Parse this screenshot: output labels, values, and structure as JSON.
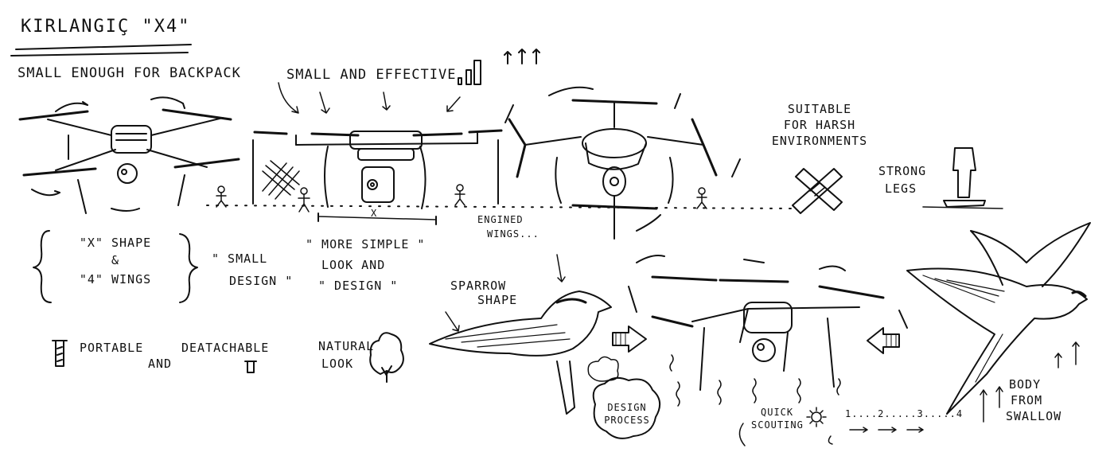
{
  "title": "KIRLANGIÇ \"X4\"",
  "labels": {
    "backpack": "SMALL ENOUGH FOR BACKPACK",
    "effective": "SMALL AND EFFECTIVE",
    "harsh_1": "SUITABLE",
    "harsh_2": "FOR HARSH",
    "harsh_3": "ENVIRONMENTS",
    "legs_1": "STRONG",
    "legs_2": "LEGS",
    "x_shape_1": "\"X\" SHAPE",
    "x_shape_2": "&",
    "x_shape_3": "\"4\" WINGS",
    "small_1": "\" SMALL",
    "small_2": "DESIGN \"",
    "simple_1": "\" MORE SIMPLE \"",
    "simple_2": "LOOK AND",
    "simple_3": "\" DESIGN \"",
    "engined_1": "ENGINED",
    "engined_2": "WINGS...",
    "sparrow_1": "SPARROW",
    "sparrow_2": "SHAPE",
    "portable": "PORTABLE",
    "detachable_1": "AND",
    "detachable_2": "DEATACHABLE",
    "natural_1": "NATURAL",
    "natural_2": "LOOK",
    "design_process_1": "DESIGN",
    "design_process_2": "PROCESS",
    "quick_1": "QUICK",
    "quick_2": "SCOUTING",
    "steps": "1....2.....3.....4",
    "body_1": "BODY",
    "body_2": "FROM",
    "body_3": "SWALLOW",
    "dim_x": "x"
  }
}
